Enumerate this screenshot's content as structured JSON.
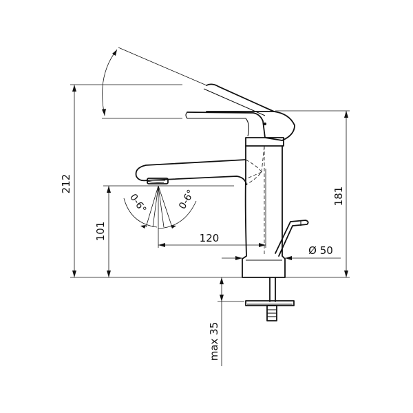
{
  "dimensions": {
    "total_height": "212",
    "spout_height": "101",
    "spout_reach": "120",
    "body_height": "181",
    "body_diameter": "Ø 50",
    "max_thickness": "max 35"
  },
  "angles": {
    "left": "0-6°",
    "right": "0-6°"
  }
}
